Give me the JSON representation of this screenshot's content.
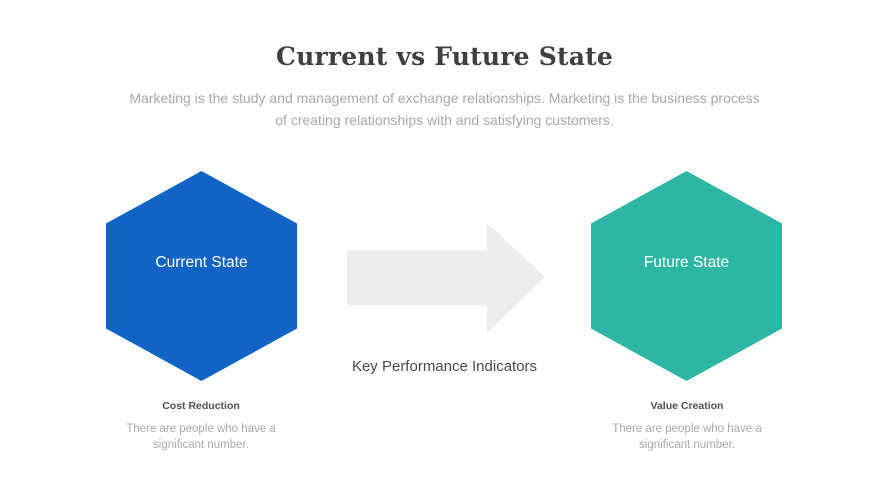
{
  "slide": {
    "title": "Current vs Future State",
    "subtitle_lines": [
      "Marketing is the study and management of exchange relationships. Marketing is the business process",
      "of creating relationships with and satisfying customers."
    ]
  },
  "diagram": {
    "current_state": {
      "label": "Current State",
      "color": "#1164C4",
      "kpi_title": "Cost Reduction",
      "kpi_description": "There are people who have a significant number."
    },
    "future_state": {
      "label": "Future State",
      "color": "#2DB6A3",
      "kpi_title": "Value Creation",
      "kpi_description": "There are people who have a significant number."
    },
    "arrow_label": "Key Performance Indicators",
    "arrow_color": "#EDEDED"
  }
}
